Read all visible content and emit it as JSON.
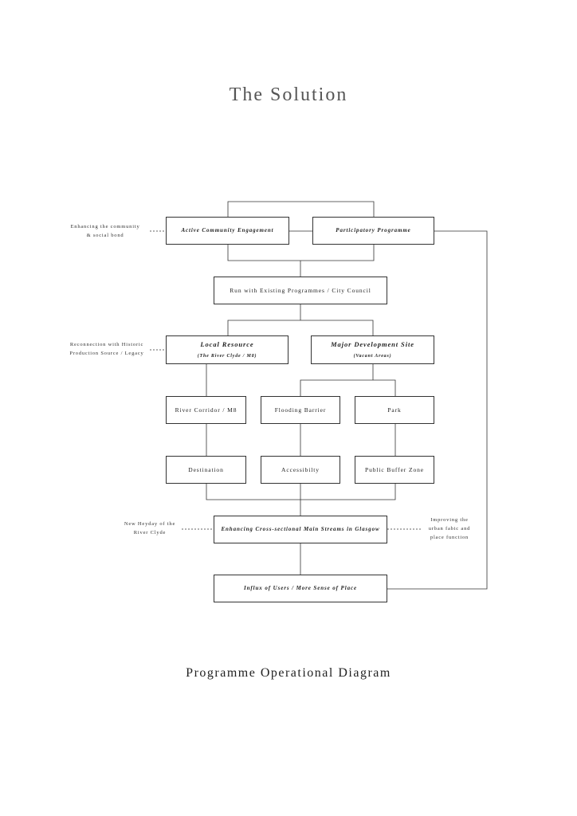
{
  "page": {
    "title": "The Solution",
    "caption": "Programme Operational Diagram"
  },
  "boxes": {
    "active_engagement": "Active Community Engagement",
    "participatory": "Participatory Programme",
    "existing_programmes": "Run with Existing Programmes / City Council",
    "local_resource": {
      "title": "Local Resource",
      "subtitle": "(The River Clyde / M8)"
    },
    "major_site": {
      "title": "Major Development Site",
      "subtitle": "(Vacant Areas)"
    },
    "river_corridor": "River Corridor / M8",
    "flooding_barrier": "Flooding Barrier",
    "park": "Park",
    "destination": "Destination",
    "accessibility": "Accessibilty",
    "public_buffer": "Public Buffer Zone",
    "cross_sectional": "Enhancing Cross-sectional Main Streams in Glasgow",
    "influx": "Influx of Users / More Sense of Place"
  },
  "notes": {
    "community": [
      "Enhancing the community",
      "& social bond"
    ],
    "reconnection": [
      "Reconnection with Historic",
      "Production Source / Legacy"
    ],
    "heyday": [
      "New Heyday of the",
      "River Clyde"
    ],
    "urban_fabric": [
      "Improving the",
      "urban fabic and",
      "place function"
    ]
  }
}
